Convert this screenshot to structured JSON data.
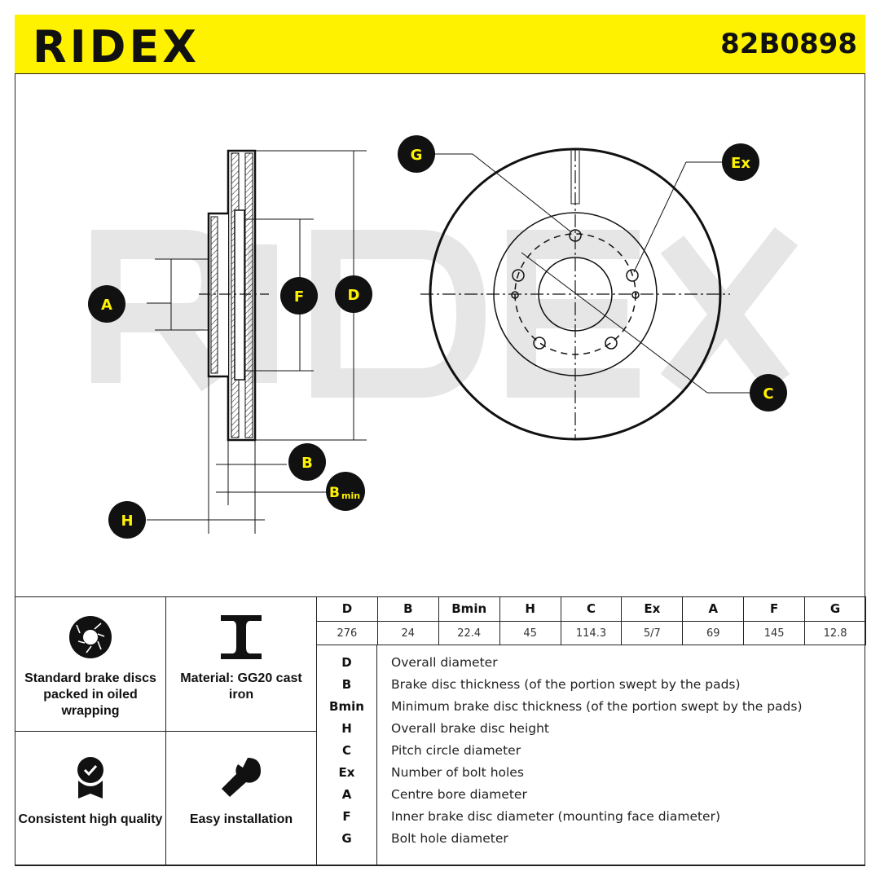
{
  "header": {
    "brand": "RIDEX",
    "part_number": "82B0898",
    "watermark": "RIDEX"
  },
  "diagram_labels": {
    "G": "G",
    "Ex": "Ex",
    "A": "A",
    "F": "F",
    "D": "D",
    "C": "C",
    "B": "B",
    "Bmin_main": "B",
    "Bmin_sub": "min",
    "H": "H"
  },
  "features": [
    {
      "label": "Standard brake discs packed in oiled wrapping",
      "icon": "brake-disc-icon"
    },
    {
      "label": "Material: GG20 cast iron",
      "icon": "i-beam-icon"
    },
    {
      "label": "Consistent high quality",
      "icon": "quality-badge-icon"
    },
    {
      "label": "Easy installation",
      "icon": "wrench-icon"
    }
  ],
  "spec_table": {
    "headers": [
      "D",
      "B",
      "Bmin",
      "H",
      "C",
      "Ex",
      "A",
      "F",
      "G"
    ],
    "values": [
      "276",
      "24",
      "22.4",
      "45",
      "114.3",
      "5/7",
      "69",
      "145",
      "12.8"
    ]
  },
  "legend": [
    {
      "key": "D",
      "text": "Overall diameter"
    },
    {
      "key": "B",
      "text": "Brake disc thickness (of the portion swept by the pads)"
    },
    {
      "key": "Bmin",
      "text": "Minimum brake disc thickness (of the portion swept by the pads)"
    },
    {
      "key": "H",
      "text": "Overall brake disc height"
    },
    {
      "key": "C",
      "text": "Pitch circle diameter"
    },
    {
      "key": "Ex",
      "text": "Number of bolt holes"
    },
    {
      "key": "A",
      "text": "Centre bore diameter"
    },
    {
      "key": "F",
      "text": "Inner brake disc diameter (mounting face diameter)"
    },
    {
      "key": "G",
      "text": "Bolt hole diameter"
    }
  ],
  "colors": {
    "brand_yellow": "#fff200",
    "label_text": "#fff200",
    "watermark": "#e6e6e6"
  }
}
